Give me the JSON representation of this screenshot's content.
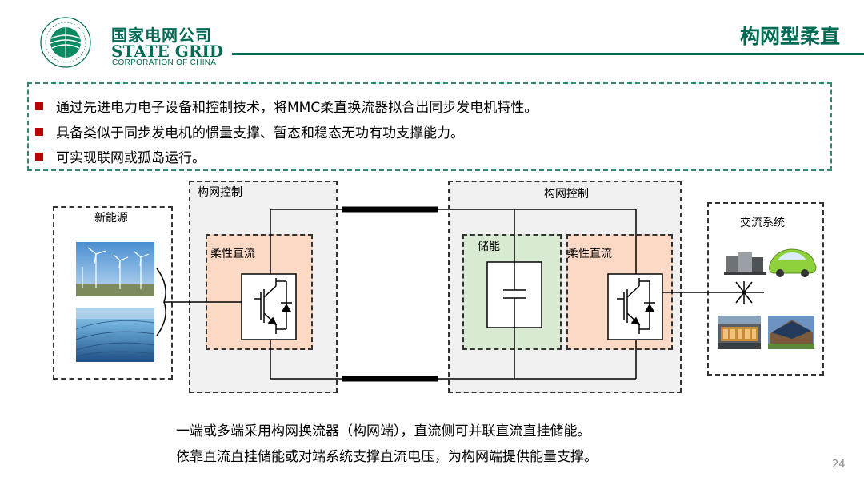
{
  "header": {
    "brand_cn": "国家电网公司",
    "brand_en": "STATE GRID",
    "brand_en_sub": "CORPORATION OF CHINA",
    "slide_title": "构网型柔直",
    "brand_color": "#006b54"
  },
  "bullets": [
    "通过先进电力电子设备和控制技术，将MMC柔直换流器拟合出同步发电机特性。",
    "具备类似于同步发电机的惯量支撑、暂态和稳态无功有功支撑能力。",
    "可实现联网或孤岛运行。"
  ],
  "diagram": {
    "new_energy_label": "新能源",
    "left_control_label": "构网控制",
    "right_control_label": "构网控制",
    "left_converter_label": "柔性直流",
    "storage_label": "储能",
    "right_converter_label": "柔性直流",
    "ac_system_label": "交流系统",
    "icons": [
      "wind-turbine-photo",
      "solar-farm-photo",
      "industrial-load-photo",
      "electric-car-photo",
      "building-photo",
      "solar-house-photo",
      "ac-breaker-symbol",
      "igbt-symbol",
      "capacitor-symbol"
    ]
  },
  "captions": [
    "一端或多端采用构网换流器（构网端），直流侧可并联直流直挂储能。",
    "依靠直流直挂储能或对端系统支撑直流电压，为构网端提供能量支撑。"
  ],
  "page_number": "24"
}
